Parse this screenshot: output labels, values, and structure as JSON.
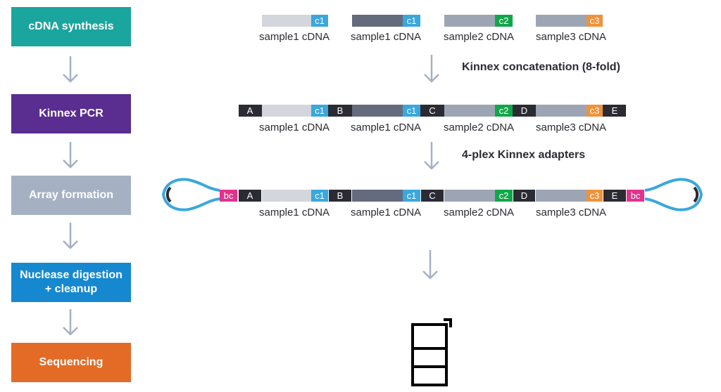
{
  "colors": {
    "teal": "#1aa59e",
    "purple": "#5a2d91",
    "gray_step": "#a5b1c3",
    "blue": "#1688d0",
    "orange": "#e36b26",
    "arrow": "#a5b1c3",
    "c1": "#3aa7dd",
    "c2": "#11a64a",
    "c3": "#f0923a",
    "bc": "#e0338e",
    "dark": "#2b2b33",
    "loop": "#3aa7dd"
  },
  "workflow": {
    "steps": [
      {
        "label": "cDNA synthesis",
        "color": "#1aa59e"
      },
      {
        "label": "Kinnex PCR",
        "color": "#5a2d91"
      },
      {
        "label": "Array formation",
        "color": "#a5b1c3"
      },
      {
        "label": "Nuclease digestion + cleanup",
        "color": "#1688d0"
      },
      {
        "label": "Sequencing",
        "color": "#e36b26"
      }
    ]
  },
  "diagram": {
    "samples": [
      {
        "label": "sample1 cDNA",
        "fill": "#d3d6dc",
        "tag": "c1",
        "tag_color": "#3aa7dd"
      },
      {
        "label": "sample1 cDNA",
        "fill": "#646b7d",
        "tag": "c1",
        "tag_color": "#3aa7dd"
      },
      {
        "label": "sample2 cDNA",
        "fill": "#9da5b4",
        "tag": "c2",
        "tag_color": "#11a64a"
      },
      {
        "label": "sample3 cDNA",
        "fill": "#9da5b4",
        "tag": "c3",
        "tag_color": "#f0923a"
      }
    ],
    "segment_letters": [
      "A",
      "B",
      "C",
      "D",
      "E"
    ],
    "barcode_label": "bc",
    "step1_note": "Kinnex concatenation (8-fold)",
    "step2_note": "4-plex Kinnex adapters"
  }
}
